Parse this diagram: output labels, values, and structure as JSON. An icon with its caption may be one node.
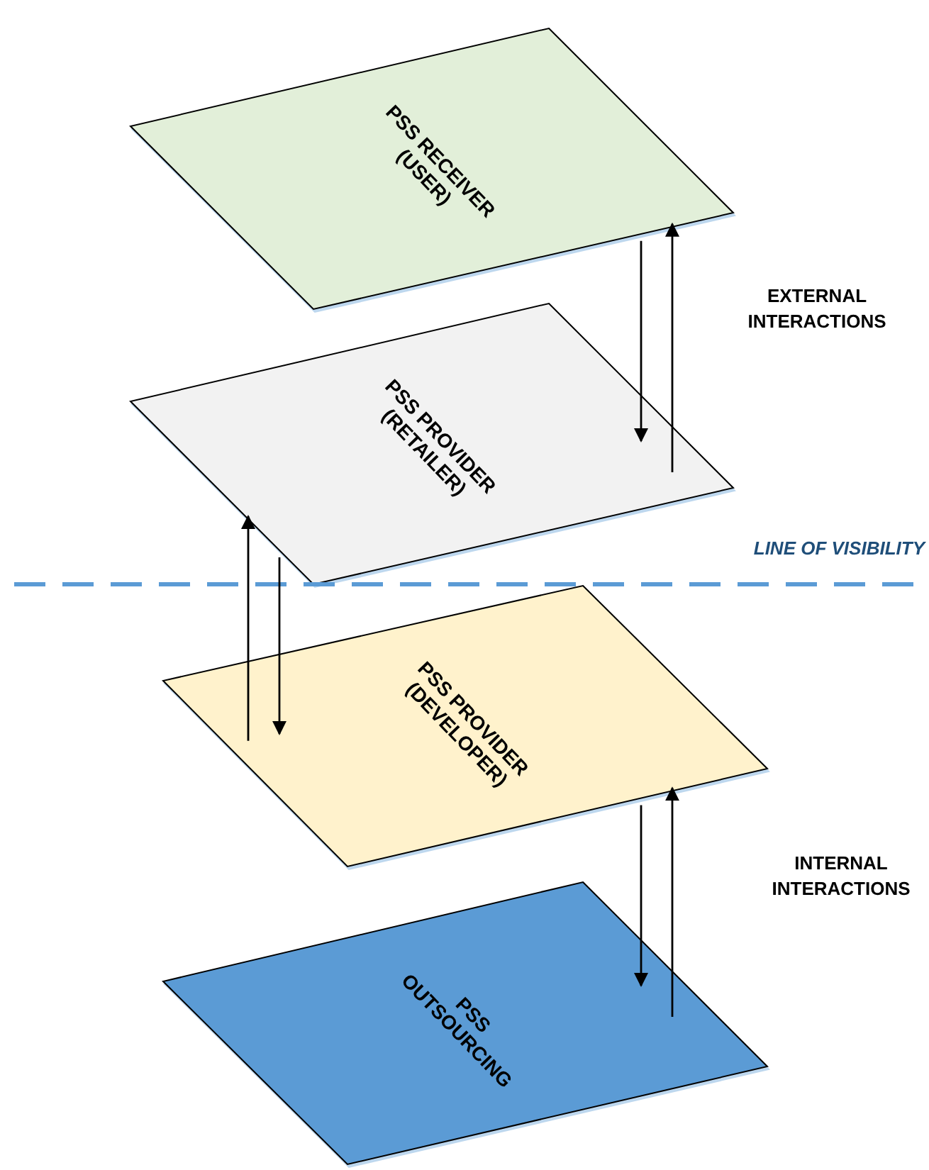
{
  "diagram": {
    "nodes": [
      {
        "text": [
          "PSS RECEIVER (USER)"
        ]
      },
      {
        "text": [
          "PSS PROVIDER (RETAILER)"
        ]
      },
      {
        "text": [
          "PSS PROVIDER (DEVELOPER)"
        ]
      },
      {
        "text": [
          "PSS OUTSOURCING"
        ]
      }
    ],
    "edges": [
      {
        "from": 0,
        "to": 1,
        "arrow": "to"
      },
      {
        "from": 1,
        "to": 0,
        "arrow": "to"
      },
      {
        "from": 2,
        "to": 1,
        "arrow": "to"
      },
      {
        "from": 1,
        "to": 2,
        "arrow": "to"
      },
      {
        "from": 2,
        "to": 3,
        "arrow": "to"
      },
      {
        "from": 3,
        "to": 2,
        "arrow": "to"
      }
    ],
    "labels": [
      "EXTERNAL INTERACTIONS",
      "LINE OF VISIBILITY",
      "INTERNAL INTERACTIONS"
    ]
  }
}
